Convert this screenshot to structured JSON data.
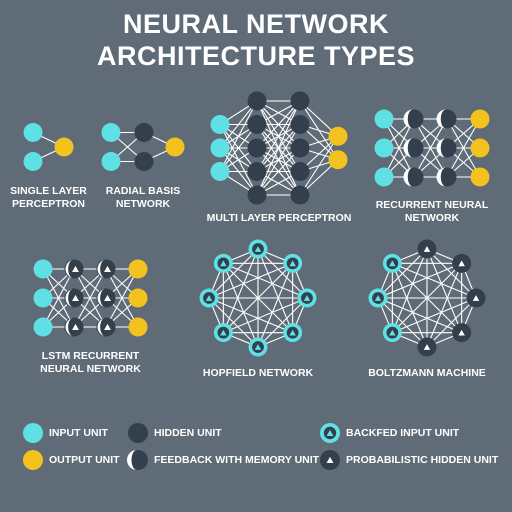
{
  "title": {
    "line1": "NEURAL NETWORK",
    "line2": "ARCHITECTURE TYPES"
  },
  "colors": {
    "background": "#5f6b76",
    "input": "#5fe0e4",
    "output": "#f4c21f",
    "hidden": "#333f4c",
    "edge": "#ffffff"
  },
  "networks": [
    {
      "id": "single-layer-perceptron",
      "label_lines": [
        "SINGLE LAYER",
        "PERCEPTRON"
      ],
      "layers": [
        [
          "input",
          "input"
        ],
        [
          "output"
        ]
      ]
    },
    {
      "id": "radial-basis-network",
      "label_lines": [
        "RADIAL BASIS",
        "NETWORK"
      ],
      "layers": [
        [
          "input",
          "input"
        ],
        [
          "hidden",
          "hidden"
        ],
        [
          "output"
        ]
      ]
    },
    {
      "id": "multi-layer-perceptron",
      "label_lines": [
        "MULTI LAYER PERCEPTRON"
      ],
      "layers": [
        [
          "input",
          "input",
          "input"
        ],
        [
          "hidden",
          "hidden",
          "hidden",
          "hidden",
          "hidden"
        ],
        [
          "hidden",
          "hidden",
          "hidden",
          "hidden",
          "hidden"
        ],
        [
          "output",
          "output"
        ]
      ]
    },
    {
      "id": "recurrent-neural-network",
      "label_lines": [
        "RECURRENT NEURAL",
        "NETWORK"
      ],
      "layers": [
        [
          "input",
          "input",
          "input"
        ],
        [
          "feedback-memory",
          "feedback-memory",
          "feedback-memory"
        ],
        [
          "feedback-memory",
          "feedback-memory",
          "feedback-memory"
        ],
        [
          "output",
          "output",
          "output"
        ]
      ]
    },
    {
      "id": "lstm-recurrent-neural-network",
      "label_lines": [
        "LSTM RECURRENT",
        "NEURAL NETWORK"
      ],
      "layers": [
        [
          "input",
          "input",
          "input"
        ],
        [
          "memory-cell",
          "memory-cell",
          "memory-cell"
        ],
        [
          "memory-cell",
          "memory-cell",
          "memory-cell"
        ],
        [
          "output",
          "output",
          "output"
        ]
      ]
    },
    {
      "id": "hopfield-network",
      "label_lines": [
        "HOPFIELD NETWORK"
      ],
      "ring": [
        "backfed-input",
        "backfed-input",
        "backfed-input",
        "backfed-input",
        "backfed-input",
        "backfed-input",
        "backfed-input",
        "backfed-input"
      ]
    },
    {
      "id": "boltzmann-machine",
      "label_lines": [
        "BOLTZMANN MACHINE"
      ],
      "ring": [
        "probabilistic-hidden",
        "probabilistic-hidden",
        "probabilistic-hidden",
        "probabilistic-hidden",
        "probabilistic-hidden",
        "backfed-input",
        "backfed-input",
        "backfed-input"
      ]
    }
  ],
  "legend": [
    {
      "symbol": "input",
      "label": "INPUT UNIT"
    },
    {
      "symbol": "hidden",
      "label": "HIDDEN UNIT"
    },
    {
      "symbol": "backfed-input",
      "label": "BACKFED INPUT UNIT"
    },
    {
      "symbol": "output",
      "label": "OUTPUT UNIT"
    },
    {
      "symbol": "feedback-memory",
      "label": "FEEDBACK WITH MEMORY UNIT"
    },
    {
      "symbol": "probabilistic-hidden",
      "label": "PROBABILISTIC HIDDEN UNIT"
    }
  ]
}
